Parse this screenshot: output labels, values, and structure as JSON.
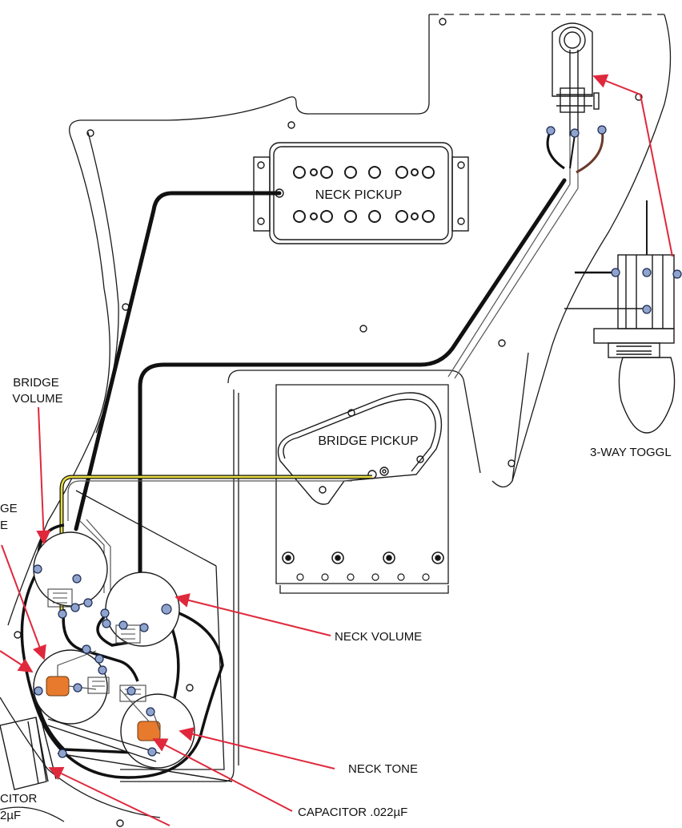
{
  "labels": {
    "neck_pickup": "NECK PICKUP",
    "bridge_pickup": "BRIDGE PICKUP",
    "toggle": "3-WAY TOGGL",
    "bridge_volume_line1": "BRIDGE",
    "bridge_volume_line2": "VOLUME",
    "bridge_tone_line1": "GE",
    "bridge_tone_line2": "E",
    "neck_volume": "NECK VOLUME",
    "neck_tone": "NECK TONE",
    "capacitor_right": "CAPACITOR .022µF",
    "capacitor_left_line1": "CITOR",
    "capacitor_left_line2": "2µF"
  },
  "colors": {
    "outline": "#1a1a1a",
    "wire_black": "#111111",
    "wire_yellow": "#e8dc3c",
    "wire_brown": "#6b3a2a",
    "terminal": "#8fa3cc",
    "capacitor": "#e87a2e",
    "arrow": "#e0283c"
  }
}
